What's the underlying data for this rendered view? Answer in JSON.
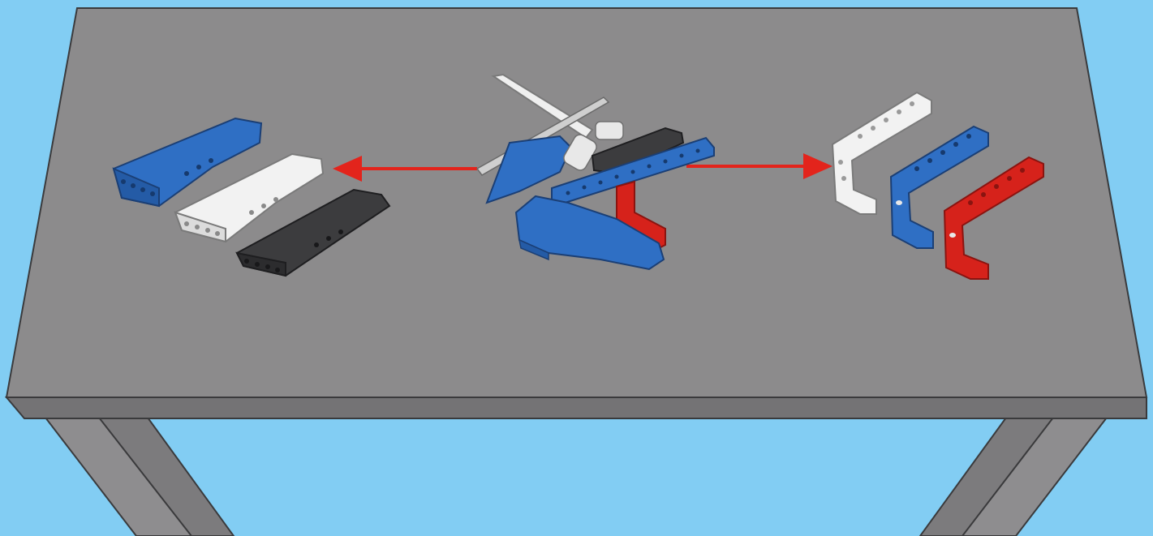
{
  "scene": {
    "description_colors": {
      "background": "#82cdf3",
      "table_top": "#8c8b8c",
      "table_edge": "#6f6e70",
      "table_leg": "#8a898b",
      "outline": "#3a3a3c",
      "arrow": "#e3241c",
      "part_blue": "#2f6fc4",
      "part_white": "#f2f2f2",
      "part_dark": "#3c3c3e",
      "part_red": "#d6221b"
    },
    "groups": {
      "left": {
        "items": [
          "blue-panel",
          "white-panel",
          "dark-panel"
        ]
      },
      "center": {
        "items": [
          "assembled-model"
        ]
      },
      "right": {
        "items": [
          "white-l-beam",
          "blue-l-beam",
          "red-l-beam"
        ]
      }
    },
    "arrows": [
      {
        "name": "arrow-to-left",
        "direction": "left"
      },
      {
        "name": "arrow-to-right",
        "direction": "right"
      }
    ]
  }
}
